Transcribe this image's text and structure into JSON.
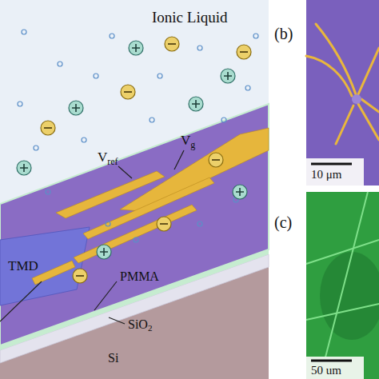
{
  "diagram": {
    "labels": [
      "Ionic Liquid",
      "V",
      "ref",
      "V",
      "g",
      "TMD",
      "PMMA",
      "SiO",
      "2",
      "Si",
      "(b)",
      "10 μm",
      "(c)",
      "50 um"
    ]
  }
}
